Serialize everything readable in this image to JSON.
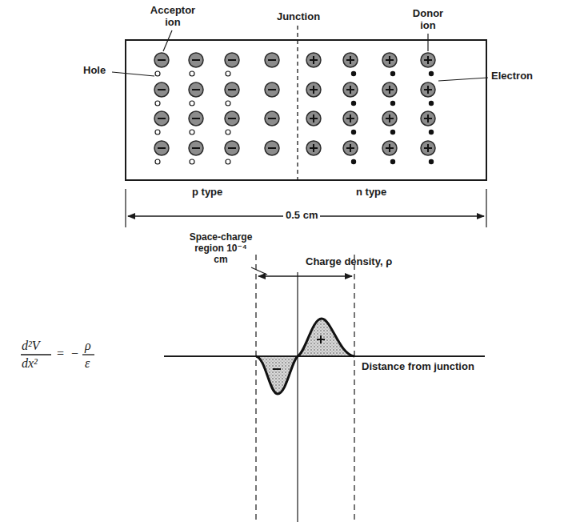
{
  "diagram": {
    "labels": [
      "Acceptor ion",
      "Junction",
      "Donor ion",
      "Hole",
      "Electron",
      "p type",
      "n type",
      "0.5 cm",
      "Space-charge region 10⁻⁴ cm",
      "Charge density, ρ",
      "d²V",
      "dx²",
      "=",
      "−",
      "ρ",
      "ε",
      "Distance from junction"
    ]
  }
}
